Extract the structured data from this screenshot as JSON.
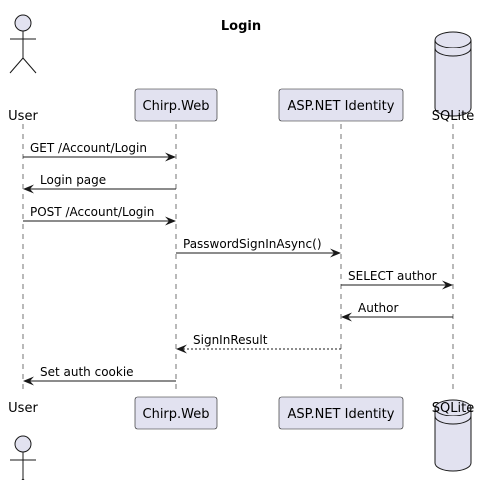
{
  "title": "Login",
  "participants": [
    {
      "id": "user",
      "label": "User",
      "kind": "actor"
    },
    {
      "id": "web",
      "label": "Chirp.Web",
      "kind": "participant"
    },
    {
      "id": "identity",
      "label": "ASP.NET Identity",
      "kind": "participant"
    },
    {
      "id": "sqlite",
      "label": "SQLite",
      "kind": "database"
    }
  ],
  "messages": [
    {
      "from": "user",
      "to": "web",
      "label": "GET /Account/Login",
      "style": "solid"
    },
    {
      "from": "web",
      "to": "user",
      "label": "Login page",
      "style": "solid"
    },
    {
      "from": "user",
      "to": "web",
      "label": "POST /Account/Login",
      "style": "solid"
    },
    {
      "from": "web",
      "to": "identity",
      "label": "PasswordSignInAsync()",
      "style": "solid"
    },
    {
      "from": "identity",
      "to": "sqlite",
      "label": "SELECT author",
      "style": "solid"
    },
    {
      "from": "sqlite",
      "to": "identity",
      "label": "Author",
      "style": "solid"
    },
    {
      "from": "identity",
      "to": "web",
      "label": "SignInResult",
      "style": "dashed"
    },
    {
      "from": "web",
      "to": "user",
      "label": "Set auth cookie",
      "style": "solid"
    }
  ],
  "colors": {
    "participant_fill": "#E2E2F0",
    "line": "#181818",
    "text": "#000000"
  }
}
